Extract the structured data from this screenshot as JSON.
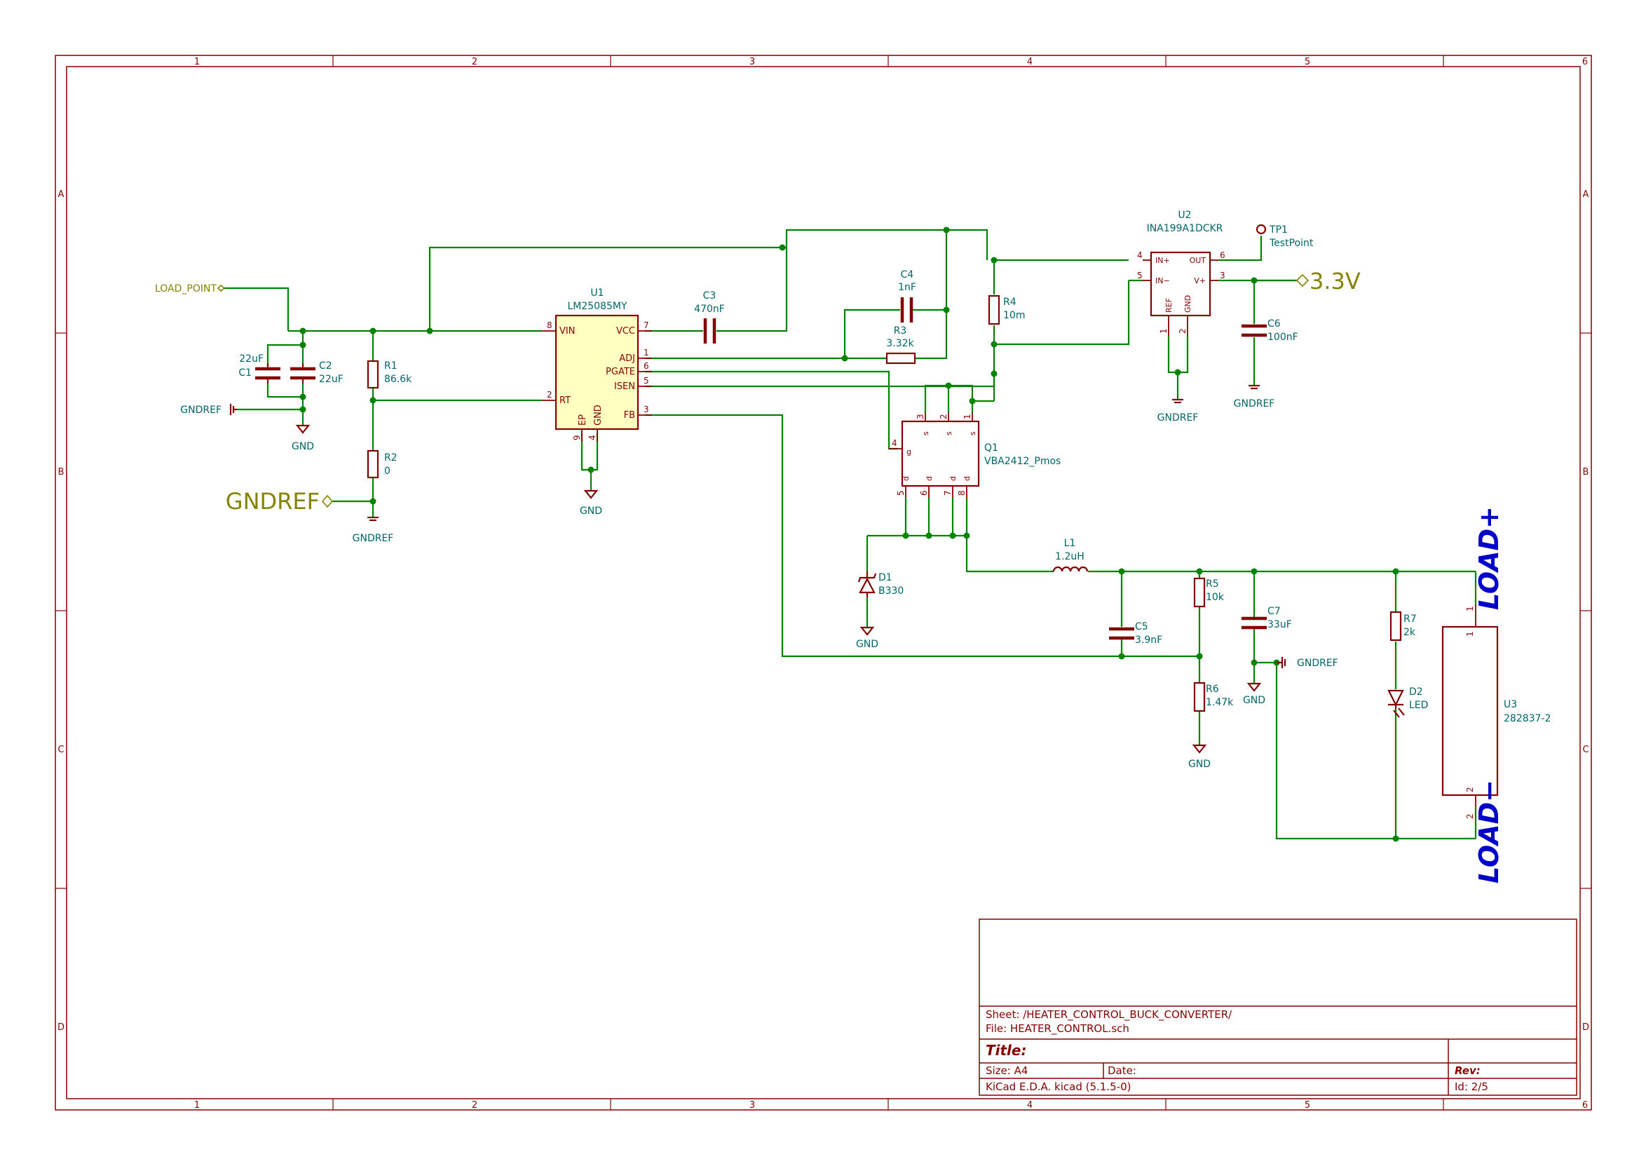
{
  "frame": {
    "columns": [
      "1",
      "2",
      "3",
      "4",
      "5",
      "6"
    ],
    "rows": [
      "A",
      "B",
      "C",
      "D"
    ]
  },
  "components": {
    "U1": {
      "ref": "U1",
      "value": "LM25085MY",
      "pins": {
        "vin": "VIN",
        "rt": "RT",
        "vcc": "VCC",
        "adj": "ADJ",
        "pgate": "PGATE",
        "isen": "ISEN",
        "fb": "FB",
        "ep": "EP",
        "gnd": "GND"
      },
      "pin_numbers": {
        "vin": "8",
        "rt": "2",
        "vcc": "7",
        "adj": "1",
        "pgate": "6",
        "isen": "5",
        "fb": "3",
        "ep": "9",
        "gnd": "4"
      }
    },
    "U2": {
      "ref": "U2",
      "value": "INA199A1DCKR",
      "pins": {
        "inp": "IN+",
        "inm": "IN−",
        "out": "OUT",
        "vp": "V+",
        "ref": "REF",
        "gnd": "GND"
      },
      "pin_numbers": {
        "inp": "4",
        "inm": "5",
        "out": "6",
        "vp": "3",
        "ref": "1",
        "gnd": "2"
      }
    },
    "U3": {
      "ref": "U3",
      "value": "282837-2",
      "pin_numbers": {
        "p1": "1",
        "p2": "2"
      }
    },
    "Q1": {
      "ref": "Q1",
      "value": "VBA2412_Pmos",
      "pins": {
        "g": "g",
        "s": "s",
        "d": "d"
      },
      "pin_numbers": {
        "g": "4",
        "s1": "3",
        "s2": "2",
        "s3": "1",
        "d1": "5",
        "d2": "6",
        "d3": "7",
        "d4": "8"
      }
    },
    "C1": {
      "ref": "C1",
      "value": "22uF"
    },
    "C2": {
      "ref": "C2",
      "value": "22uF"
    },
    "C3": {
      "ref": "C3",
      "value": "470nF"
    },
    "C4": {
      "ref": "C4",
      "value": "1nF"
    },
    "C5": {
      "ref": "C5",
      "value": "3.9nF"
    },
    "C6": {
      "ref": "C6",
      "value": "100nF"
    },
    "C7": {
      "ref": "C7",
      "value": "33uF"
    },
    "R1": {
      "ref": "R1",
      "value": "86.6k"
    },
    "R2": {
      "ref": "R2",
      "value": "0"
    },
    "R3": {
      "ref": "R3",
      "value": "3.32k"
    },
    "R4": {
      "ref": "R4",
      "value": "10m"
    },
    "R5": {
      "ref": "R5",
      "value": "10k"
    },
    "R6": {
      "ref": "R6",
      "value": "1.47k"
    },
    "R7": {
      "ref": "R7",
      "value": "2k"
    },
    "L1": {
      "ref": "L1",
      "value": "1.2uH"
    },
    "D1": {
      "ref": "D1",
      "value": "B330"
    },
    "D2": {
      "ref": "D2",
      "value": "LED"
    },
    "TP1": {
      "ref": "TP1",
      "value": "TestPoint"
    }
  },
  "power": {
    "gnd": "GND",
    "gndref": "GNDREF"
  },
  "labels": {
    "load_point": "LOAD_POINT",
    "gndref_big": "GNDREF",
    "v33": "3.3V",
    "load_plus": "LOAD+",
    "load_minus": "LOAD−"
  },
  "title_block": {
    "sheet": "Sheet: /HEATER_CONTROL_BUCK_CONVERTER/",
    "file": "File: HEATER_CONTROL.sch",
    "title": "Title:",
    "size": "Size: A4",
    "date": "Date:",
    "rev": "Rev:",
    "kicad": "KiCad E.D.A.  kicad (5.1.5-0)",
    "id": "Id: 2/5"
  },
  "colors": {
    "frame": "#840000",
    "wire": "#008400",
    "reference": "#006464",
    "global_label": "#848400",
    "load_text": "#0000c8",
    "ic_fill": "#ffffc2"
  }
}
